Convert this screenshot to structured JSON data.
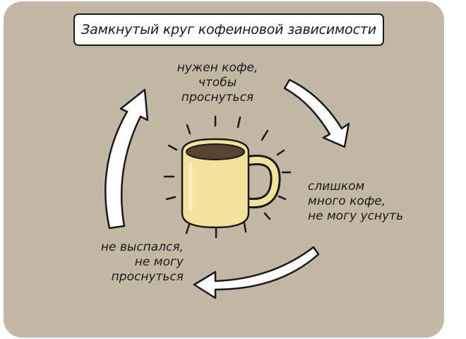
{
  "title": "Замкнутый круг кофеиновой зависимости",
  "stages": {
    "top": [
      "нужен кофе,",
      "чтобы",
      "проснуться"
    ],
    "right": [
      "слишком",
      "много кофе,",
      "не могу уснуть"
    ],
    "left": [
      "не выспался,",
      "не могу",
      "проснуться"
    ]
  },
  "colors": {
    "background": "#c3b7a6",
    "mug_body": "#f3e29b",
    "coffee": "#5a4232",
    "outline": "#1a1a1a",
    "arrow_fill": "#ffffff"
  },
  "icons": [
    "coffee-mug-icon",
    "cycle-arrow-icon"
  ]
}
